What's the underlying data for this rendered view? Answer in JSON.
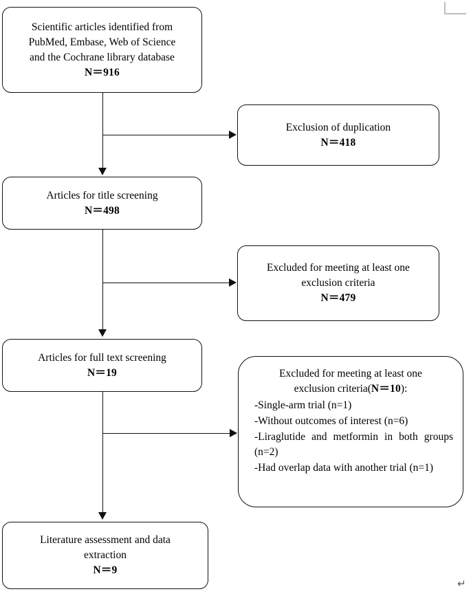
{
  "diagram": {
    "type": "prisma-flow-diagram",
    "title": "Study selection flow diagram",
    "line_color": "#111111",
    "background_color": "#ffffff",
    "crop_mark_color": "#bdbdbd"
  },
  "boxes": {
    "identified": {
      "line1": "Scientific articles identified from",
      "line2": "PubMed, Embase, Web of Science",
      "line3": "and the Cochrane library database",
      "count": "N＝916"
    },
    "duplication": {
      "line1": "Exclusion of duplication",
      "count": "N＝418"
    },
    "title_screening": {
      "line1": "Articles for title screening",
      "count": "N＝498"
    },
    "excluded_title": {
      "line1": "Excluded for meeting at least one",
      "line2": "exclusion criteria",
      "count": "N＝479"
    },
    "fulltext_screening": {
      "line1": "Articles for full text screening",
      "count": "N＝19"
    },
    "excluded_fulltext": {
      "head_line1": "Excluded for meeting at least one",
      "head_line2_prefix": "exclusion criteria(",
      "head_line2_count": "N＝10",
      "head_line2_suffix": "):",
      "items": [
        "-Single-arm trial (n=1)",
        "-Without outcomes of interest (n=6)",
        "-Liraglutide and metformin in both groups (n=2)",
        "-Had overlap data with another trial (n=1)"
      ]
    },
    "final": {
      "line1": "Literature assessment and data",
      "line2": "extraction",
      "count": "N＝9"
    }
  },
  "artifacts": {
    "pilcrow": "↵"
  }
}
